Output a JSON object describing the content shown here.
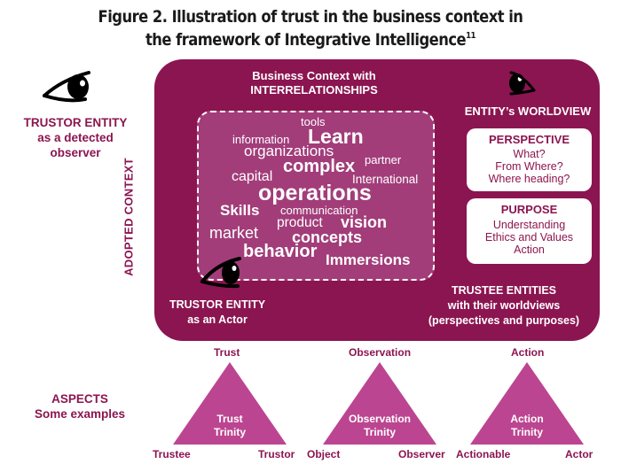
{
  "figure": {
    "title_line1": "Figure 2. Illustration of trust in the business context in",
    "title_line2": "the framework of Integrative Intelligence",
    "title_superscript": "11"
  },
  "colors": {
    "maroon": "#8b1550",
    "word_cloud_bg": "#a23d7a",
    "triangle": "#bc4591",
    "white": "#ffffff"
  },
  "left_panel": {
    "eye_icon": "eye-icon",
    "trustor_title": "TRUSTOR ENTITY",
    "trustor_line2": "as a detected",
    "trustor_line3": "observer",
    "adopted_context": "ADOPTED CONTEXT"
  },
  "business_context": {
    "line1": "Business Context with",
    "line2": "INTERRELATIONSHIPS"
  },
  "word_cloud": [
    {
      "text": "tools",
      "weight": "normal"
    },
    {
      "text": "information",
      "weight": "normal"
    },
    {
      "text": "Learn",
      "weight": "bold"
    },
    {
      "text": "organizations",
      "weight": "normal"
    },
    {
      "text": "partner",
      "weight": "normal"
    },
    {
      "text": "complex",
      "weight": "bold"
    },
    {
      "text": "capital",
      "weight": "normal"
    },
    {
      "text": "International",
      "weight": "normal"
    },
    {
      "text": "operations",
      "weight": "bold"
    },
    {
      "text": "Skills",
      "weight": "bold"
    },
    {
      "text": "communication",
      "weight": "normal"
    },
    {
      "text": "product",
      "weight": "normal"
    },
    {
      "text": "vision",
      "weight": "bold"
    },
    {
      "text": "market",
      "weight": "normal"
    },
    {
      "text": "concepts",
      "weight": "bold"
    },
    {
      "text": "behavior",
      "weight": "bold"
    },
    {
      "text": "Immersions",
      "weight": "bold"
    }
  ],
  "worldview": {
    "eye_icon": "eye-icon",
    "title": "ENTITY’s WORLDVIEW",
    "perspective": {
      "heading": "PERSPECTIVE",
      "lines": [
        "What?",
        "From Where?",
        "Where heading?"
      ]
    },
    "purpose": {
      "heading": "PURPOSE",
      "lines": [
        "Understanding",
        "Ethics and Values",
        "Action"
      ]
    }
  },
  "trustor_actor": {
    "line1": "TRUSTOR ENTITY",
    "line2": "as an Actor"
  },
  "trustee": {
    "line1": "TRUSTEE ENTITIES",
    "line2": "with their worldviews",
    "line3": "(perspectives and purposes)"
  },
  "aspects": {
    "line1": "ASPECTS",
    "line2": "Some examples",
    "trinities": [
      {
        "top": "Trust",
        "center_line1": "Trust",
        "center_line2": "Trinity",
        "left": "Trustee",
        "right": "Trustor"
      },
      {
        "top": "Observation",
        "center_line1": "Observation",
        "center_line2": "Trinity",
        "left": "Object",
        "right": "Observer"
      },
      {
        "top": "Action",
        "center_line1": "Action",
        "center_line2": "Trinity",
        "left": "Actionable",
        "right": "Actor"
      }
    ]
  }
}
